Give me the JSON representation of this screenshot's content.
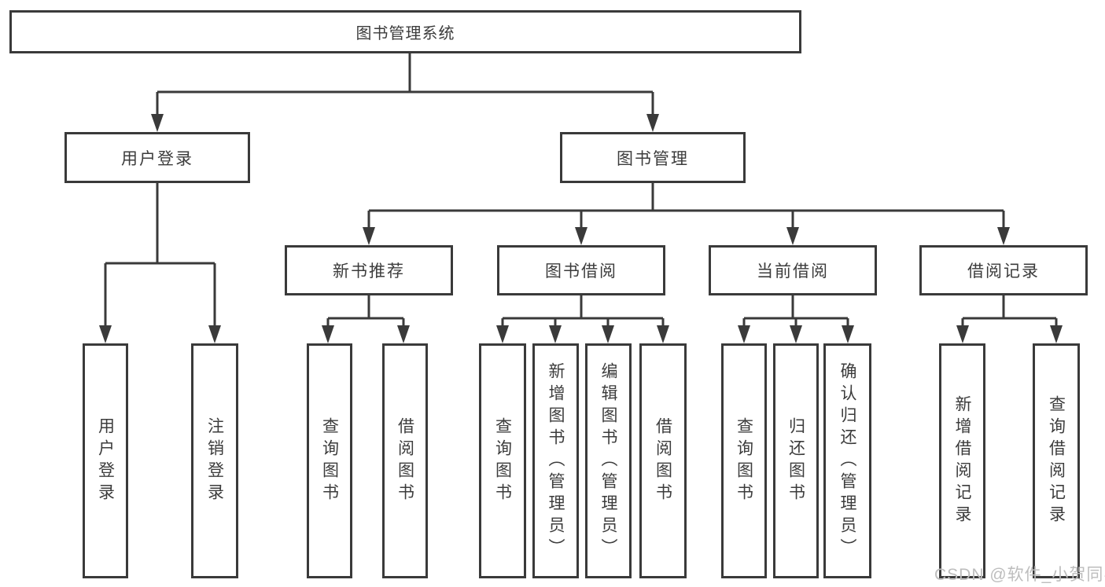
{
  "diagram": {
    "root": {
      "label": "图书管理系统"
    },
    "branches": {
      "user": {
        "label": "用户登录",
        "children": {
          "login": {
            "label": "用户登录"
          },
          "logout": {
            "label": "注销登录"
          }
        }
      },
      "mgmt": {
        "label": "图书管理",
        "children": {
          "recommend": {
            "label": "新书推荐",
            "children": {
              "query": {
                "label": "查询图书"
              },
              "borrow": {
                "label": "借阅图书"
              }
            }
          },
          "borrowing": {
            "label": "图书借阅",
            "children": {
              "query": {
                "label": "查询图书"
              },
              "add": {
                "label": "新增图书（管理员）"
              },
              "edit": {
                "label": "编辑图书（管理员）"
              },
              "borrow": {
                "label": "借阅图书"
              }
            }
          },
          "current": {
            "label": "当前借阅",
            "children": {
              "query": {
                "label": "查询图书"
              },
              "return": {
                "label": "归还图书"
              },
              "confirm": {
                "label": "确认归还（管理员）"
              }
            }
          },
          "records": {
            "label": "借阅记录",
            "children": {
              "add": {
                "label": "新增借阅记录"
              },
              "query": {
                "label": "查询借阅记录"
              }
            }
          }
        }
      }
    }
  },
  "watermark": {
    "text": "CSDN @软件_小贺同学"
  },
  "colors": {
    "line": "#3a3a3a",
    "text": "#3c3c3c",
    "box_background": "#ffffff",
    "watermark": "#bdbdbd"
  }
}
